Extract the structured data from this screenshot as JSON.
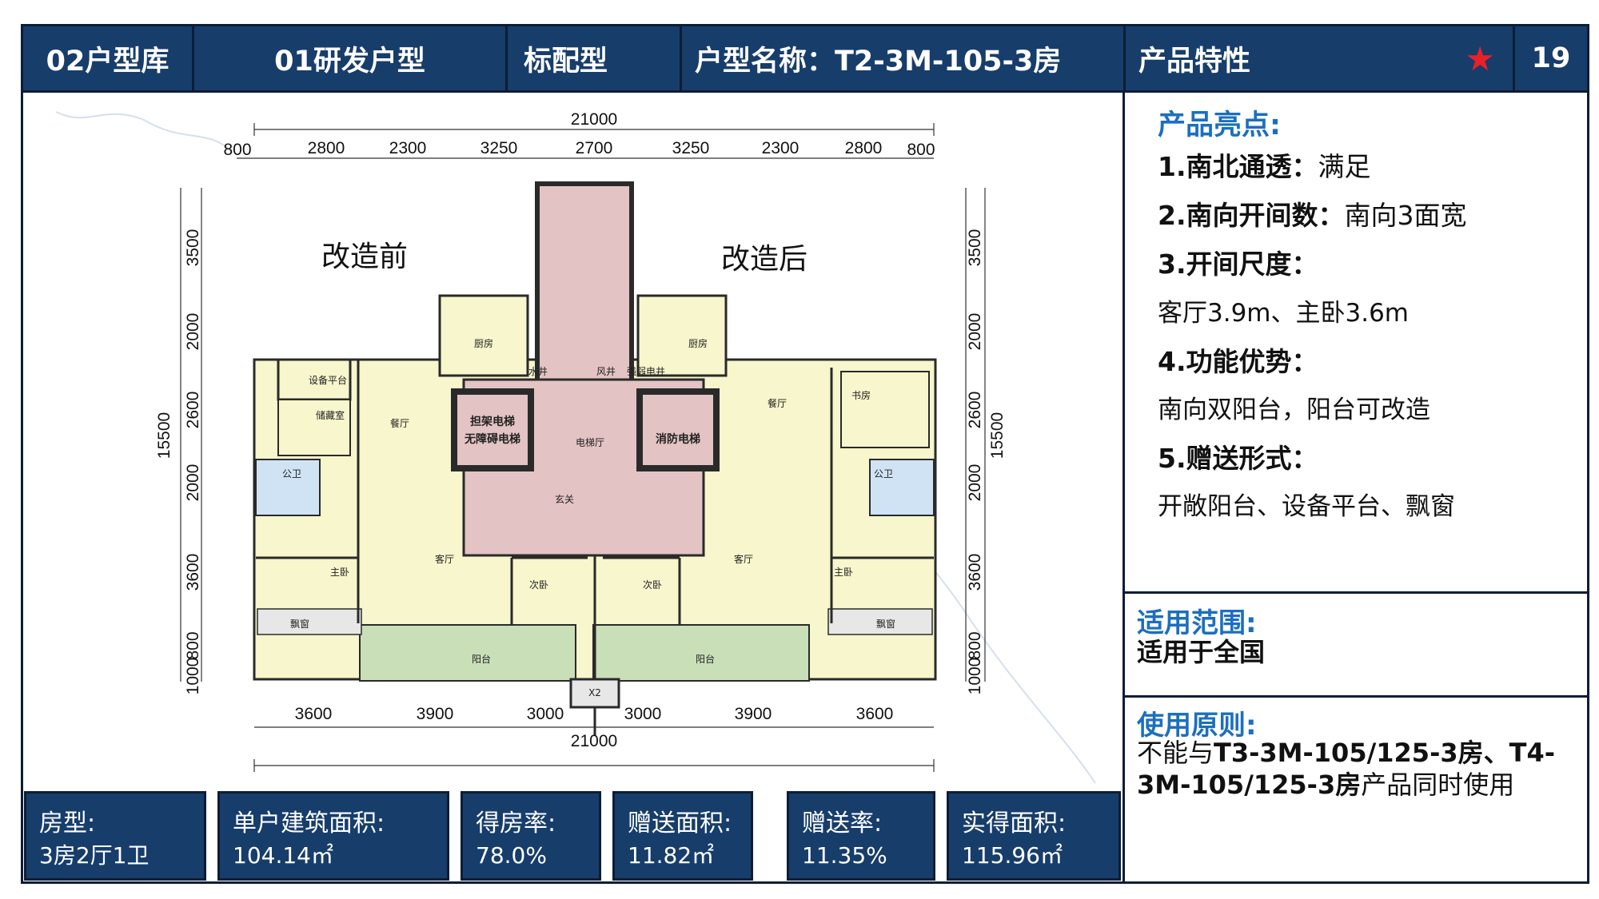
{
  "header": {
    "library": "02户型库",
    "category": "01研发户型",
    "config": "标配型",
    "unit_name": "户型名称：T2-3M-105-3房",
    "features_title": "产品特性",
    "page_number": "19"
  },
  "plan": {
    "top_total": "21000",
    "top_dims": [
      "800",
      "2800",
      "2300",
      "3250",
      "2700",
      "3250",
      "2300",
      "2800",
      "800"
    ],
    "bottom_dims": [
      "3600",
      "3900",
      "3000",
      "3000",
      "3900",
      "3600"
    ],
    "bottom_total": "21000",
    "left_dims": [
      "3500",
      "2000",
      "2600",
      "2000",
      "3600",
      "800",
      "1000"
    ],
    "left_total": "15500",
    "right_dims": [
      "3500",
      "2000",
      "2600",
      "2000",
      "3600",
      "800",
      "1000"
    ],
    "right_total": "15500",
    "before_label": "改造前",
    "after_label": "改造后",
    "rooms": {
      "kitchen": "厨房",
      "dining": "餐厅",
      "living": "客厅",
      "master": "主卧",
      "second": "次卧",
      "bath": "公卫",
      "storage": "储藏室",
      "study": "书房",
      "equipment": "设备平台",
      "balcony": "阳台",
      "bay": "飘窗",
      "foyer": "玄关",
      "lobby": "电梯厅",
      "stretcher_lift": "担架电梯",
      "barrier_free": "无障碍电梯",
      "fire_lift": "消防电梯",
      "wind": "风井",
      "pressure": "强弱电井",
      "smoke": "水井",
      "x2": "X2"
    }
  },
  "stats": [
    {
      "label": "房型:",
      "value": "3房2厅1卫"
    },
    {
      "label": "单户建筑面积:",
      "value": "104.14㎡"
    },
    {
      "label": "得房率:",
      "value": "78.0%"
    },
    {
      "label": "赠送面积:",
      "value": "11.82㎡"
    },
    {
      "label": "赠送率:",
      "value": "11.35%"
    },
    {
      "label": "实得面积:",
      "value": "115.96㎡"
    }
  ],
  "highlights": {
    "title": "产品亮点:",
    "item1_key": "1.南北通透：",
    "item1_val": "满足",
    "item2_key": "2.南向开间数：",
    "item2_val": "南向3面宽",
    "item3_key": "3.开间尺度：",
    "item3_val": "客厅3.9m、主卧3.6m",
    "item4_key": "4.功能优势：",
    "item4_val": "南向双阳台，阳台可改造",
    "item5_key": "5.赠送形式：",
    "item5_val": "开敞阳台、设备平台、飘窗"
  },
  "scope": {
    "title": "适用范围:",
    "text": "适用于全国"
  },
  "principle": {
    "title": "使用原则:",
    "text_pre": "不能与",
    "text_bold": "T3-3M-105/125-3房、T4-3M-105/125-3房",
    "text_post": "产品同时使用"
  },
  "colors": {
    "header_bg": "#173d6b",
    "accent_blue": "#1c6fbf",
    "star": "#e8202a"
  }
}
